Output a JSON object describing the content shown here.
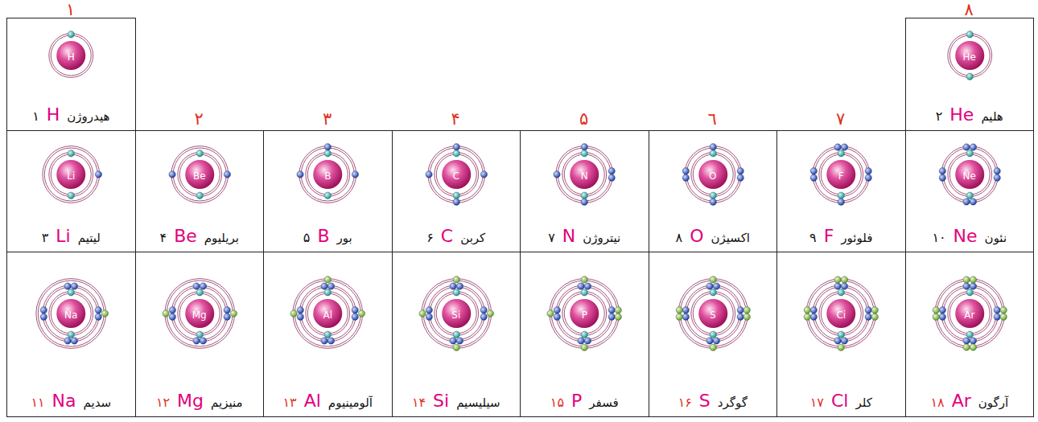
{
  "diagram": {
    "nodes": [
      {
        "text": [
          "H",
          "هیدروژن",
          "H",
          "۱"
        ]
      },
      {
        "text": [
          "He",
          "هلیم",
          "He",
          "۲"
        ]
      },
      {
        "text": [
          "Li",
          "لیتیم",
          "Li",
          "۳"
        ]
      },
      {
        "text": [
          "Be",
          "بریلیوم",
          "Be",
          "۴"
        ]
      },
      {
        "text": [
          "B",
          "بور",
          "B",
          "۵"
        ]
      },
      {
        "text": [
          "C",
          "کربن",
          "C",
          "۶"
        ]
      },
      {
        "text": [
          "N",
          "نیتروژن",
          "N",
          "۷"
        ]
      },
      {
        "text": [
          "O",
          "اکسیژن",
          "O",
          "۸"
        ]
      },
      {
        "text": [
          "F",
          "فلوئور",
          "F",
          "۹"
        ]
      },
      {
        "text": [
          "Ne",
          "نئون",
          "Ne",
          "۱۰"
        ]
      },
      {
        "text": [
          "Na",
          "سدیم",
          "Na",
          "۱۱"
        ]
      },
      {
        "text": [
          "Mg",
          "منیزیم",
          "Mg",
          "۱۲"
        ]
      },
      {
        "text": [
          "Al",
          "آلومینیوم",
          "Al",
          "۱۳"
        ]
      },
      {
        "text": [
          "Si",
          "سیلیسیم",
          "Si",
          "۱۴"
        ]
      },
      {
        "text": [
          "P",
          "فسفر",
          "P",
          "۱۵"
        ]
      },
      {
        "text": [
          "S",
          "گوگرد",
          "S",
          "۱۶"
        ]
      },
      {
        "text": [
          "Ci",
          "کلر",
          "Cl",
          "۱۷"
        ]
      },
      {
        "text": [
          "Ar",
          "آرگون",
          "Ar",
          "۱۸"
        ]
      }
    ],
    "labels": [
      "۱",
      "۲",
      "۳",
      "۴",
      "۵",
      "٦",
      "۷",
      "۸"
    ]
  }
}
